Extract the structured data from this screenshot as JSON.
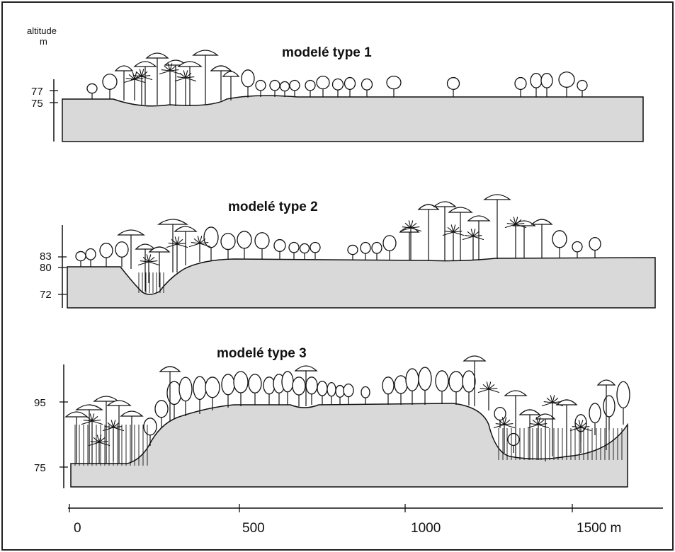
{
  "y_axis": {
    "title_line1": "altitude",
    "title_line2": "m"
  },
  "profiles": [
    {
      "title": "modelé type 1",
      "ticks": [
        "77",
        "75"
      ]
    },
    {
      "title": "modelé type 2",
      "ticks": [
        "83",
        "80",
        "72"
      ]
    },
    {
      "title": "modelé type 3",
      "ticks": [
        "95",
        "75"
      ]
    }
  ],
  "x_axis": {
    "labels": [
      "0",
      "500",
      "1000",
      "1500 m"
    ]
  },
  "colors": {
    "ground": "#d9d9d9",
    "ink": "#111111",
    "background": "#ffffff"
  }
}
